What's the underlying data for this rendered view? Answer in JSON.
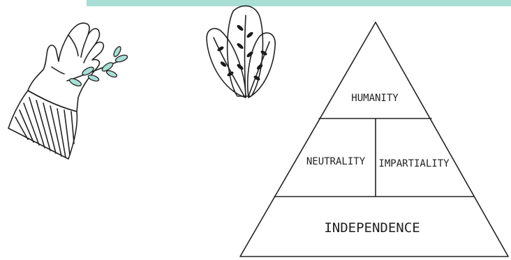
{
  "colors": {
    "accent_bar": "#a8ded4",
    "ink": "#222222",
    "leaf": "#a8ded4"
  },
  "illustrations": {
    "hand_with_sprig": "hand-with-sprig-icon",
    "plant": "plant-icon"
  },
  "pyramid": {
    "top": "HUMANITY",
    "middle_left": "NEUTRALITY",
    "middle_right": "IMPARTIALITY",
    "bottom": "INDEPENDENCE"
  }
}
